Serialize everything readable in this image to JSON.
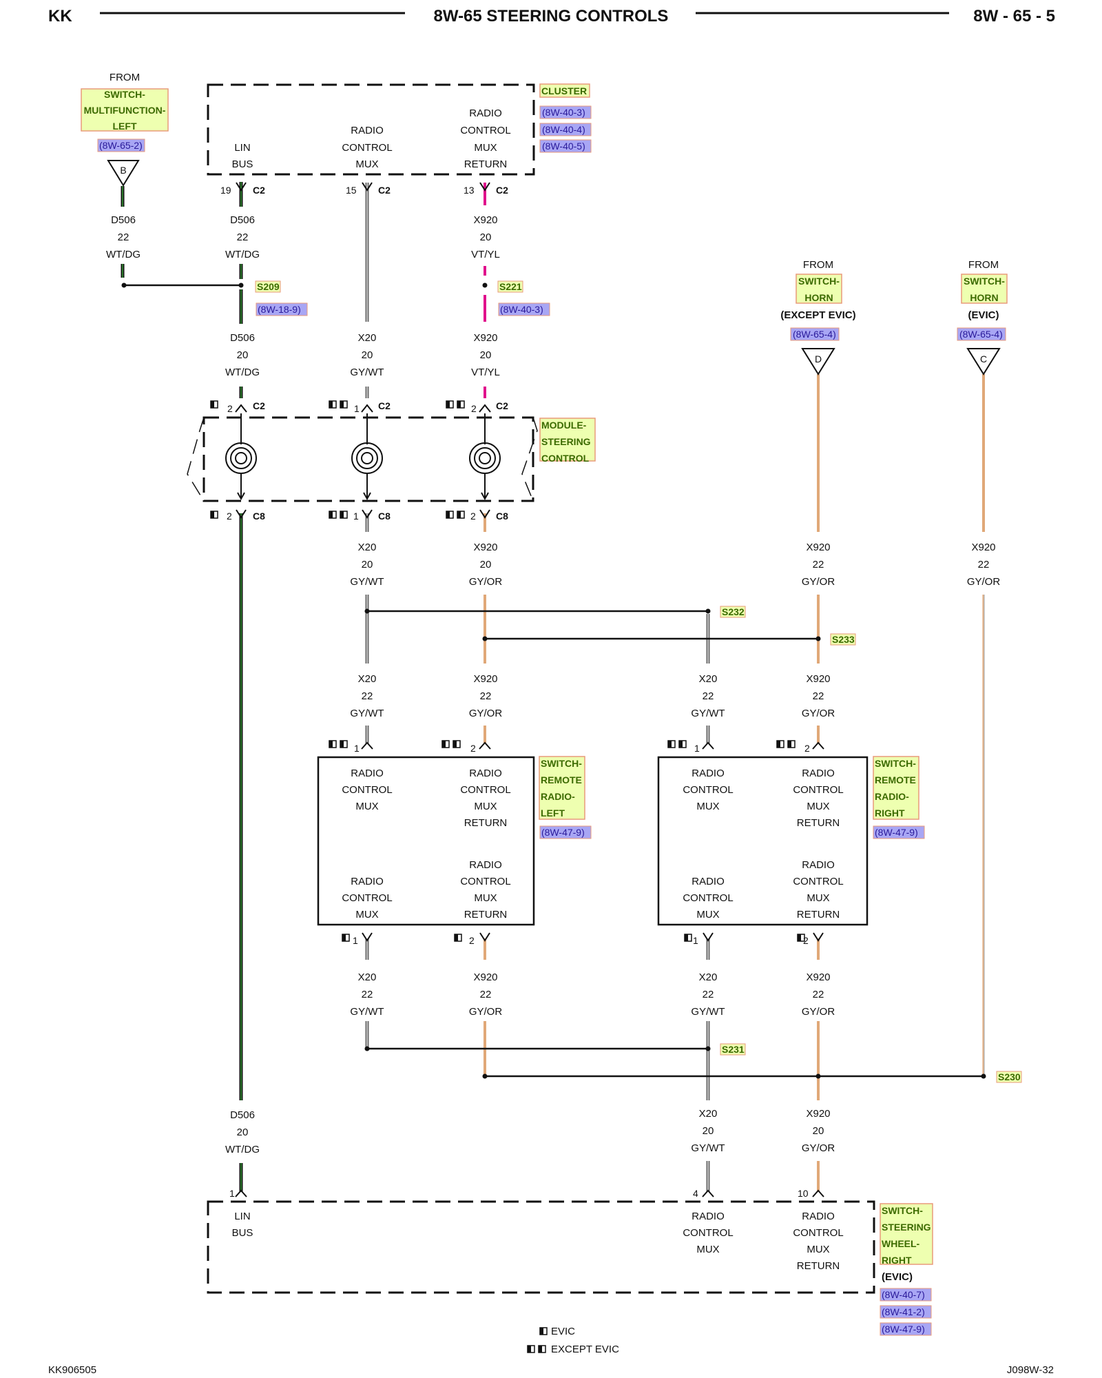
{
  "header": {
    "left": "KK",
    "title": "8W-65 STEERING CONTROLS",
    "right": "8W - 65 - 5"
  },
  "footer": {
    "left": "KK906505",
    "right": "J098W-32"
  },
  "legend": {
    "evic": "EVIC",
    "except_evic": "EXCEPT EVIC"
  },
  "texts": {
    "from": "FROM",
    "lin": "LIN",
    "bus": "BUS",
    "radio": "RADIO",
    "control": "CONTROL",
    "mux": "MUX",
    "return": "RETURN",
    "c2": "C2",
    "c8": "C8",
    "except_evic_paren": "(EXCEPT EVIC)",
    "evic_paren": "(EVIC)",
    "conn_b": "B",
    "conn_c": "C",
    "conn_d": "D"
  },
  "components": {
    "mfs_left": [
      "SWITCH-",
      "MULTIFUNCTION-",
      "LEFT"
    ],
    "cluster": [
      "CLUSTER"
    ],
    "module_steering": [
      "MODULE-",
      "STEERING",
      "CONTROL"
    ],
    "horn_except": [
      "SWITCH-",
      "HORN"
    ],
    "horn_evic": [
      "SWITCH-",
      "HORN"
    ],
    "remote_left": [
      "SWITCH-",
      "REMOTE",
      "RADIO-",
      "LEFT"
    ],
    "remote_right": [
      "SWITCH-",
      "REMOTE",
      "RADIO-",
      "RIGHT"
    ],
    "steering_wheel_right": [
      "SWITCH-",
      "STEERING",
      "WHEEL-",
      "RIGHT"
    ]
  },
  "refs": {
    "mfs_left": "(8W-65-2)",
    "cluster": [
      "(8W-40-3)",
      "(8W-40-4)",
      "(8W-40-5)"
    ],
    "s209": "(8W-18-9)",
    "s221": "(8W-40-3)",
    "horn_except": "(8W-65-4)",
    "horn_evic": "(8W-65-4)",
    "remote_left": "(8W-47-9)",
    "remote_right": "(8W-47-9)",
    "steering_wheel_right": [
      "(8W-40-7)",
      "(8W-41-2)",
      "(8W-47-9)"
    ]
  },
  "splices": {
    "s209": "S209",
    "s221": "S221",
    "s232": "S232",
    "s233": "S233",
    "s231": "S231",
    "s230": "S230"
  },
  "pins": {
    "p19": "19",
    "p15": "15",
    "p13": "13",
    "p2": "2",
    "p1": "1",
    "p4": "4",
    "p10": "10"
  },
  "wires": {
    "d506_22": [
      "D506",
      "22",
      "WT/DG"
    ],
    "d506_20": [
      "D506",
      "20",
      "WT/DG"
    ],
    "x920_20_vtyl": [
      "X920",
      "20",
      "VT/YL"
    ],
    "x20_20": [
      "X20",
      "20",
      "GY/WT"
    ],
    "x20_22": [
      "X20",
      "22",
      "GY/WT"
    ],
    "x920_20_gyor": [
      "X920",
      "20",
      "GY/OR"
    ],
    "x920_22_gyor": [
      "X920",
      "22",
      "GY/OR"
    ]
  },
  "colors": {
    "wt_dg": "#2d7a2d",
    "gy_wt": "#8c8c8c",
    "vt_yl": "#e0108c",
    "gy_or": "#e0a878",
    "gy": "#bcbcbc",
    "tag_fill": "#eeffb0",
    "tag_border": "#e89a7a",
    "ref_fill": "#a8a6f4"
  }
}
